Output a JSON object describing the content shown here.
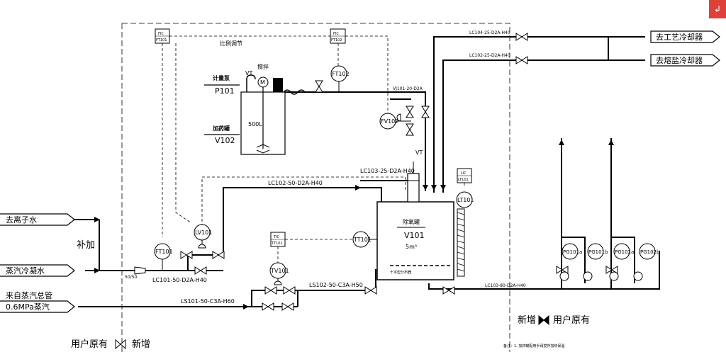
{
  "labels": {
    "ratio_control": "比例调节",
    "metering_pump_title": "计量泵",
    "metering_pump_tag": "P101",
    "agitator": "搅拌",
    "vent_vt_left": "VT",
    "dosing_tank_title": "加药罐",
    "dosing_tank_tag": "V102",
    "dosing_tank_volume": "500L",
    "deaerator_title": "除氧罐",
    "deaerator_tag": "V101",
    "deaerator_volume": "5m³",
    "cross_distributor": "十字型分布器",
    "vent_vt_right": "VT",
    "to_deionized": "去离子水",
    "makeup": "补加",
    "steam_condensate": "蒸汽冷凝水",
    "steam_main_1": "来自蒸汽总管",
    "steam_main_2": "0.6MPa蒸汽",
    "user_existing_left": "用户原有",
    "new_left": "新增",
    "new_right": "新增",
    "user_existing_right": "用户原有",
    "to_process_cooler": "去工艺冷却器",
    "to_salt_cooler": "去熔盐冷却器",
    "footnote": "备注：1. 加药罐配用手阀搅拌加热保温"
  },
  "lines": {
    "lc104": "LC104-25-D2A-H40",
    "lc102_top": "LC102-25-D2A-H40",
    "vj101": "VJ101-20-D2A",
    "lc103_25": "LC103-25-D2A-H40",
    "lc102_50": "LC102-50-D2A-H40",
    "lc101": "LC101-50-D2A-H40",
    "ls102": "LS102-50-C3A-H50",
    "ls101": "LS101-50-C3A-H60",
    "lc103_80": "LC103-80-D2A-H40",
    "size_50_50": "50/50"
  },
  "instruments": {
    "fic_ft101": {
      "top": "FIC",
      "bottom": "FT101"
    },
    "fic_ft102": {
      "top": "FIC",
      "bottom": "FT102"
    },
    "ft102": "FT102",
    "fv102": "FV102",
    "lv101": "LV101",
    "ft101": "FT101",
    "tic_tt101": {
      "top": "TIC",
      "bottom": "TT101"
    },
    "tt101": "TT101",
    "tv101": "TV101",
    "lic_lt101": {
      "top": "LIC",
      "bottom": "LT101"
    },
    "lt101": "LT101",
    "pg101a": "PG101a",
    "pg101b": "PG101b",
    "pg102a": "PG102a",
    "pg102b": "PG102b",
    "motor": "M"
  },
  "colors": {
    "line": "#000000",
    "background": "#ffffff",
    "badge": "#e0403a"
  }
}
